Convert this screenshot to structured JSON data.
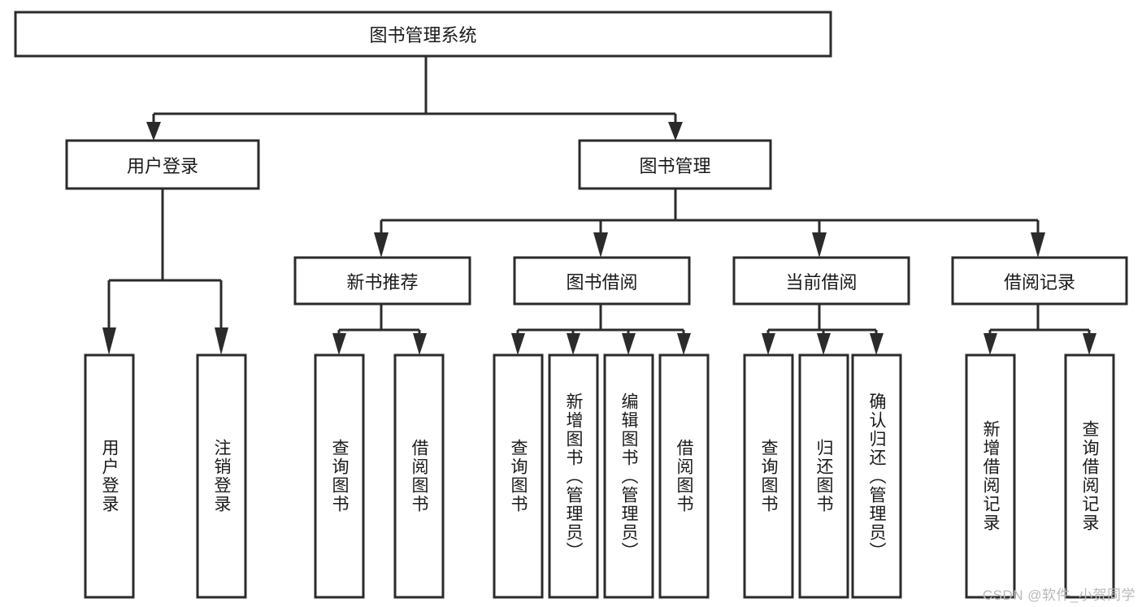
{
  "diagram": {
    "title": "图书管理系统",
    "type": "tree-hierarchy",
    "style": {
      "box_fill": "#ffffff",
      "box_stroke": "#2b2b2b",
      "text_color": "#1a1a1a",
      "background": "#ffffff",
      "watermark_color": "#b9b9b9"
    },
    "root": {
      "label": "图书管理系统"
    },
    "level2": [
      {
        "label": "用户登录"
      },
      {
        "label": "图书管理"
      }
    ],
    "level3": [
      {
        "label": "新书推荐"
      },
      {
        "label": "图书借阅"
      },
      {
        "label": "当前借阅"
      },
      {
        "label": "借阅记录"
      }
    ],
    "leaves": {
      "user_login": [
        {
          "label": "用户登录"
        },
        {
          "label": "注销登录"
        }
      ],
      "new_book_recommend": [
        {
          "label": "查询图书"
        },
        {
          "label": "借阅图书"
        }
      ],
      "book_borrow": [
        {
          "label": "查询图书"
        },
        {
          "label": "新增图书（管理员）"
        },
        {
          "label": "编辑图书（管理员）"
        },
        {
          "label": "借阅图书"
        }
      ],
      "current_borrow": [
        {
          "label": "查询图书"
        },
        {
          "label": "归还图书"
        },
        {
          "label": "确认归还（管理员）"
        }
      ],
      "borrow_record": [
        {
          "label": "新增借阅记录"
        },
        {
          "label": "查询借阅记录"
        }
      ]
    },
    "watermark": "CSDN @软件_小贺同学"
  }
}
